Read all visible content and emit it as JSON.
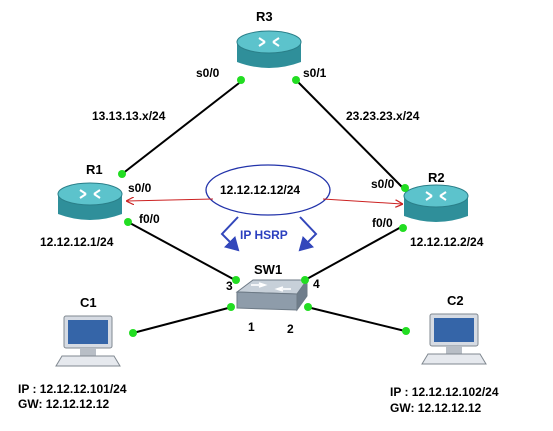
{
  "routers": {
    "r3": {
      "name": "R3",
      "port_left": "s0/0",
      "port_right": "s0/1"
    },
    "r1": {
      "name": "R1",
      "port_serial": "s0/0",
      "port_fast": "f0/0",
      "ip": "12.12.12.1/24"
    },
    "r2": {
      "name": "R2",
      "port_serial": "s0/0",
      "port_fast": "f0/0",
      "ip": "12.12.12.2/24"
    }
  },
  "links": {
    "r1_r3": "13.13.13.x/24",
    "r2_r3": "23.23.23.x/24"
  },
  "switch": {
    "name": "SW1",
    "port_r1": "3",
    "port_r2": "4",
    "port_c1": "1",
    "port_c2": "2"
  },
  "hsrp": {
    "virtual_ip": "12.12.12.12/24",
    "label": "IP HSRP"
  },
  "hosts": {
    "c1": {
      "name": "C1",
      "ip_line": "IP  : 12.12.12.101/24",
      "gw_line": "GW: 12.12.12.12"
    },
    "c2": {
      "name": "C2",
      "ip_line": "IP  : 12.12.12.102/24",
      "gw_line": "GW: 12.12.12.12"
    }
  },
  "colors": {
    "router_body": "#2f8f9a",
    "router_top": "#5cc3cc",
    "link": "#000000",
    "port_dot": "#22dd22",
    "arrow": "#cc2222",
    "hsrp_ellipse": "#2233aa",
    "hsrp_text": "#2b3fbf",
    "switch_body": "#9aa7b4"
  }
}
